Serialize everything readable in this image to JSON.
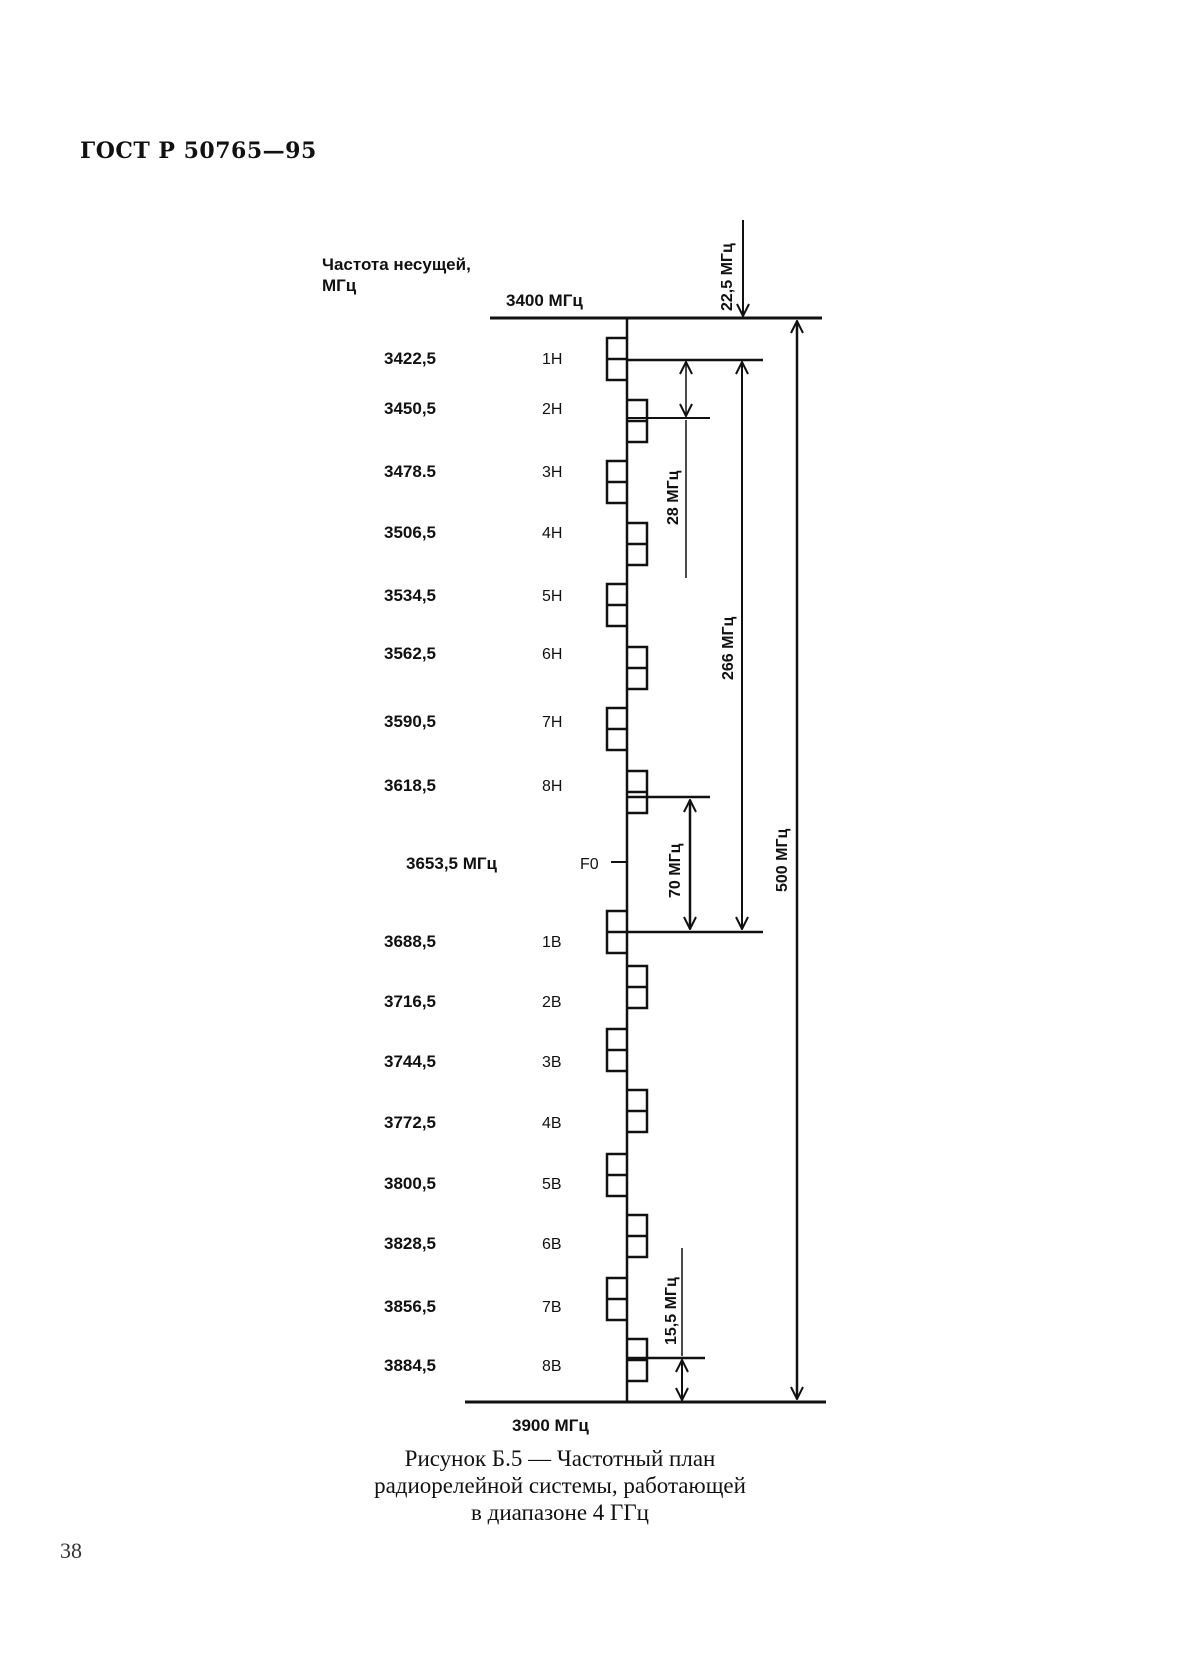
{
  "header": {
    "doc_id": "ГОСТ Р 50765—95"
  },
  "page_number": "38",
  "diagram": {
    "axis_title_line1": "Частота несущей,",
    "axis_title_line2": "МГц",
    "top_label": "3400 МГц",
    "bottom_label": "3900 МГц",
    "center_label": "3653,5 МГц",
    "center_channel": "F0",
    "channels": [
      {
        "freq": "3422,5",
        "name": "1Н"
      },
      {
        "freq": "3450,5",
        "name": "2Н"
      },
      {
        "freq": "3478.5",
        "name": "3Н"
      },
      {
        "freq": "3506,5",
        "name": "4Н"
      },
      {
        "freq": "3534,5",
        "name": "5Н"
      },
      {
        "freq": "3562,5",
        "name": "6Н"
      },
      {
        "freq": "3590,5",
        "name": "7Н"
      },
      {
        "freq": "3618,5",
        "name": "8Н"
      },
      {
        "freq": "3688,5",
        "name": "1В"
      },
      {
        "freq": "3716,5",
        "name": "2В"
      },
      {
        "freq": "3744,5",
        "name": "3В"
      },
      {
        "freq": "3772,5",
        "name": "4В"
      },
      {
        "freq": "3800,5",
        "name": "5В"
      },
      {
        "freq": "3828,5",
        "name": "6В"
      },
      {
        "freq": "3856,5",
        "name": "7В"
      },
      {
        "freq": "3884,5",
        "name": "8В"
      }
    ],
    "dimensions": {
      "d_22_5": "22,5 МГц",
      "d_28": "28 МГц",
      "d_266": "266 МГц",
      "d_500": "500 МГц",
      "d_70": "70 МГц",
      "d_15_5": "15,5 МГц"
    }
  },
  "caption": {
    "line1": "Рисунок Б.5 — Частотный план",
    "line2": "радиорелейной системы, работающей",
    "line3": "в диапазоне 4 ГГц"
  }
}
